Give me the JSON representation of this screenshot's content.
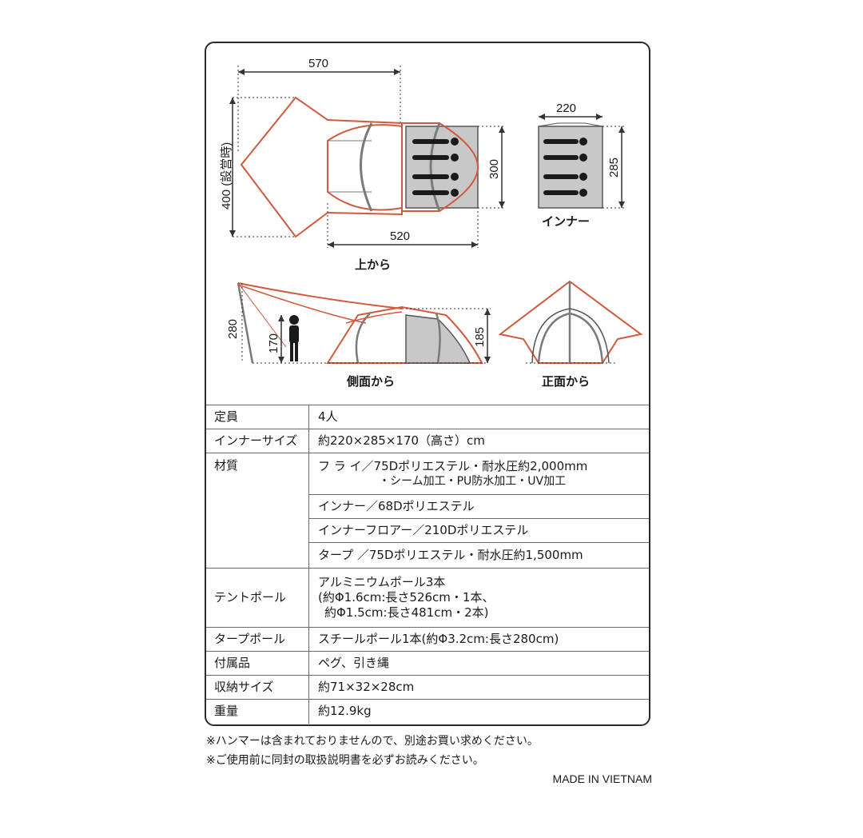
{
  "diagram": {
    "top_view": {
      "width_total": "570",
      "depth": "400 (設営時)",
      "inner_depth": "300",
      "body_length": "520",
      "caption": "上から"
    },
    "inner_view": {
      "width": "220",
      "depth": "285",
      "caption": "インナー"
    },
    "side_view": {
      "tarp_height": "280",
      "person_height": "170",
      "tent_height": "185",
      "caption": "側面から"
    },
    "front_view": {
      "caption": "正面から"
    },
    "colors": {
      "outline": "#cf5a3c",
      "pole": "#7a7a7a",
      "inner_fill": "#c8c8c8",
      "dim_line": "#333333"
    }
  },
  "specs": [
    {
      "label": "定員",
      "values": [
        "4人"
      ]
    },
    {
      "label": "インナーサイズ",
      "values": [
        "約220×285×170（高さ）cm"
      ]
    },
    {
      "label": "材質",
      "values": [
        "フ ラ イ／75Dポリエステル・耐水圧約2,000mm",
        "・シーム加工・PU防水加工・UV加工",
        "インナー／68Dポリエステル",
        "インナーフロアー／210Dポリエステル",
        "タープ ／75Dポリエステル・耐水圧約1,500mm"
      ]
    },
    {
      "label": "テントポール",
      "values": [
        "アルミニウムポール3本",
        "(約Φ1.6cm:長さ526cm・1本、",
        "約Φ1.5cm:長さ481cm・2本)"
      ]
    },
    {
      "label": "タープポール",
      "values": [
        "スチールポール1本(約Φ3.2cm:長さ280cm)"
      ]
    },
    {
      "label": "付属品",
      "values": [
        "ペグ、引き縄"
      ]
    },
    {
      "label": "収納サイズ",
      "values": [
        "約71×32×28cm"
      ]
    },
    {
      "label": "重量",
      "values": [
        "約12.9kg"
      ]
    }
  ],
  "notes": [
    "※ハンマーは含まれておりませんので、別途お買い求めください。",
    "※ご使用前に同封の取扱説明書を必ずお読みください。"
  ],
  "made_in": "MADE IN VIETNAM"
}
